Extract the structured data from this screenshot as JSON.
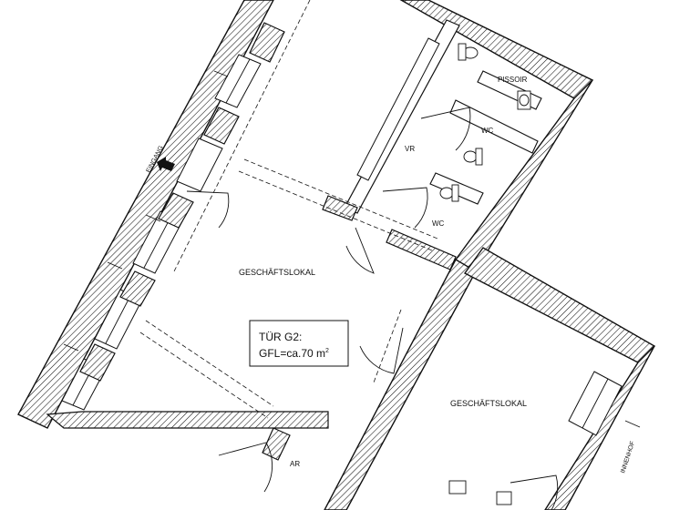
{
  "rooms": {
    "main_shop": "GESCHÄFTSLOKAL",
    "second_shop": "GESCHÄFTSLOKAL",
    "vr": "VR",
    "wc_upper": "WC",
    "wc_lower": "WC",
    "pissoir": "PISSOIR",
    "ar": "AR"
  },
  "annotations": {
    "entrance": "EINGANG",
    "courtyard": "INNENHOF"
  },
  "info_box": {
    "line1": "TÜR G2:",
    "line2_prefix": "GFL=ca.70 m",
    "line2_sup": "2"
  },
  "colors": {
    "line": "#111111",
    "background": "#ffffff"
  }
}
